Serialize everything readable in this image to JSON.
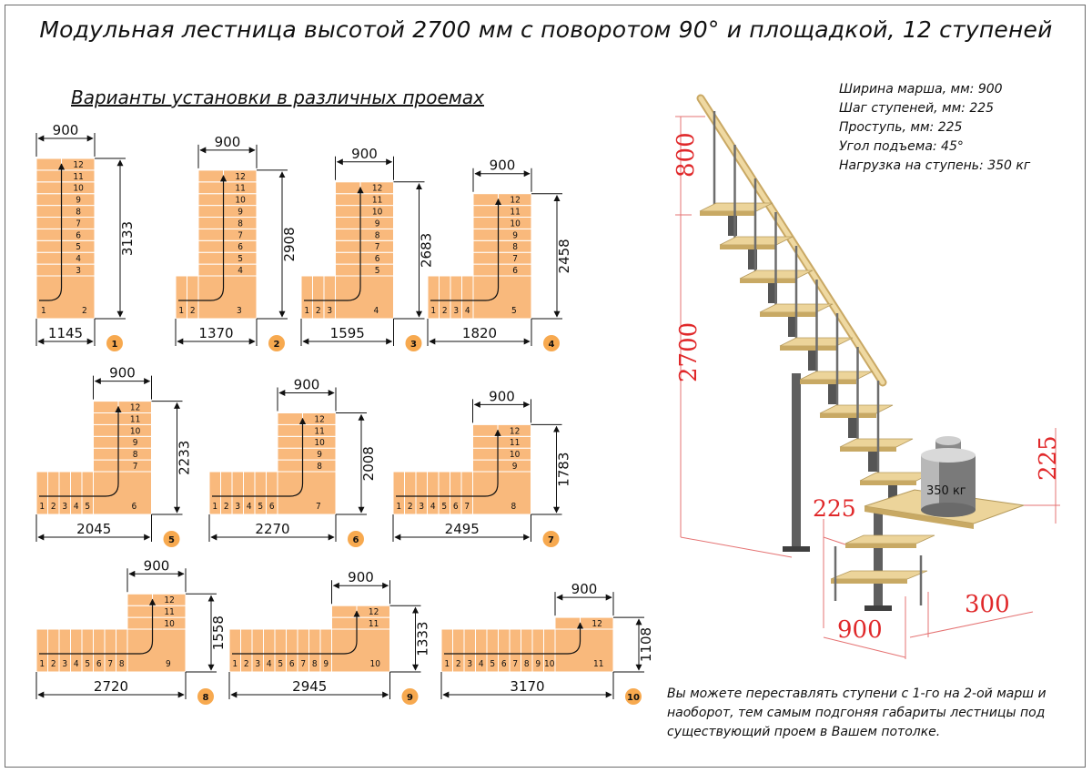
{
  "title": "Модульная лестница высотой 2700 мм с поворотом 90° и площадкой, 12 ступеней",
  "subtitle": "Варианты установки в различных проемах",
  "specs": [
    "Ширина марша, мм: 900",
    "Шаг ступеней, мм: 225",
    "Проступь, мм: 225",
    "Угол подъема: 45°",
    "Нагрузка на ступень: 350 кг"
  ],
  "note": "Вы можете переставлять ступени с 1-го на 2-ой марш и наоборот, тем самым подгоняя габариты лестницы под существующий проем в Вашем потолке.",
  "variants": [
    {
      "num": "1",
      "width_label": "1145",
      "height_label": "3133",
      "flight_width_label": "900",
      "bottom_steps": 1,
      "total_steps": 12
    },
    {
      "num": "2",
      "width_label": "1370",
      "height_label": "2908",
      "flight_width_label": "900",
      "bottom_steps": 2,
      "total_steps": 12
    },
    {
      "num": "3",
      "width_label": "1595",
      "height_label": "2683",
      "flight_width_label": "900",
      "bottom_steps": 3,
      "total_steps": 12
    },
    {
      "num": "4",
      "width_label": "1820",
      "height_label": "2458",
      "flight_width_label": "900",
      "bottom_steps": 4,
      "total_steps": 12
    },
    {
      "num": "5",
      "width_label": "2045",
      "height_label": "2233",
      "flight_width_label": "900",
      "bottom_steps": 5,
      "total_steps": 12
    },
    {
      "num": "6",
      "width_label": "2270",
      "height_label": "2008",
      "flight_width_label": "900",
      "bottom_steps": 6,
      "total_steps": 12
    },
    {
      "num": "7",
      "width_label": "2495",
      "height_label": "1783",
      "flight_width_label": "900",
      "bottom_steps": 7,
      "total_steps": 12
    },
    {
      "num": "8",
      "width_label": "2720",
      "height_label": "1558",
      "flight_width_label": "900",
      "bottom_steps": 8,
      "total_steps": 12
    },
    {
      "num": "9",
      "width_label": "2945",
      "height_label": "1333",
      "flight_width_label": "900",
      "bottom_steps": 9,
      "total_steps": 12
    },
    {
      "num": "10",
      "width_label": "3170",
      "height_label": "1108",
      "flight_width_label": "900",
      "bottom_steps": 10,
      "total_steps": 12
    }
  ],
  "render": {
    "dim_800": "800",
    "dim_2700": "2700",
    "dim_225_right": "225",
    "dim_225_left": "225",
    "dim_900": "900",
    "dim_300": "300",
    "weight_label": "350 кг"
  },
  "colors": {
    "cell": "#f9b97c",
    "badge": "#f7a94f",
    "dimension_red": "#e0282a",
    "wood": "#ecd49a",
    "metal": "#5f5f5f"
  }
}
